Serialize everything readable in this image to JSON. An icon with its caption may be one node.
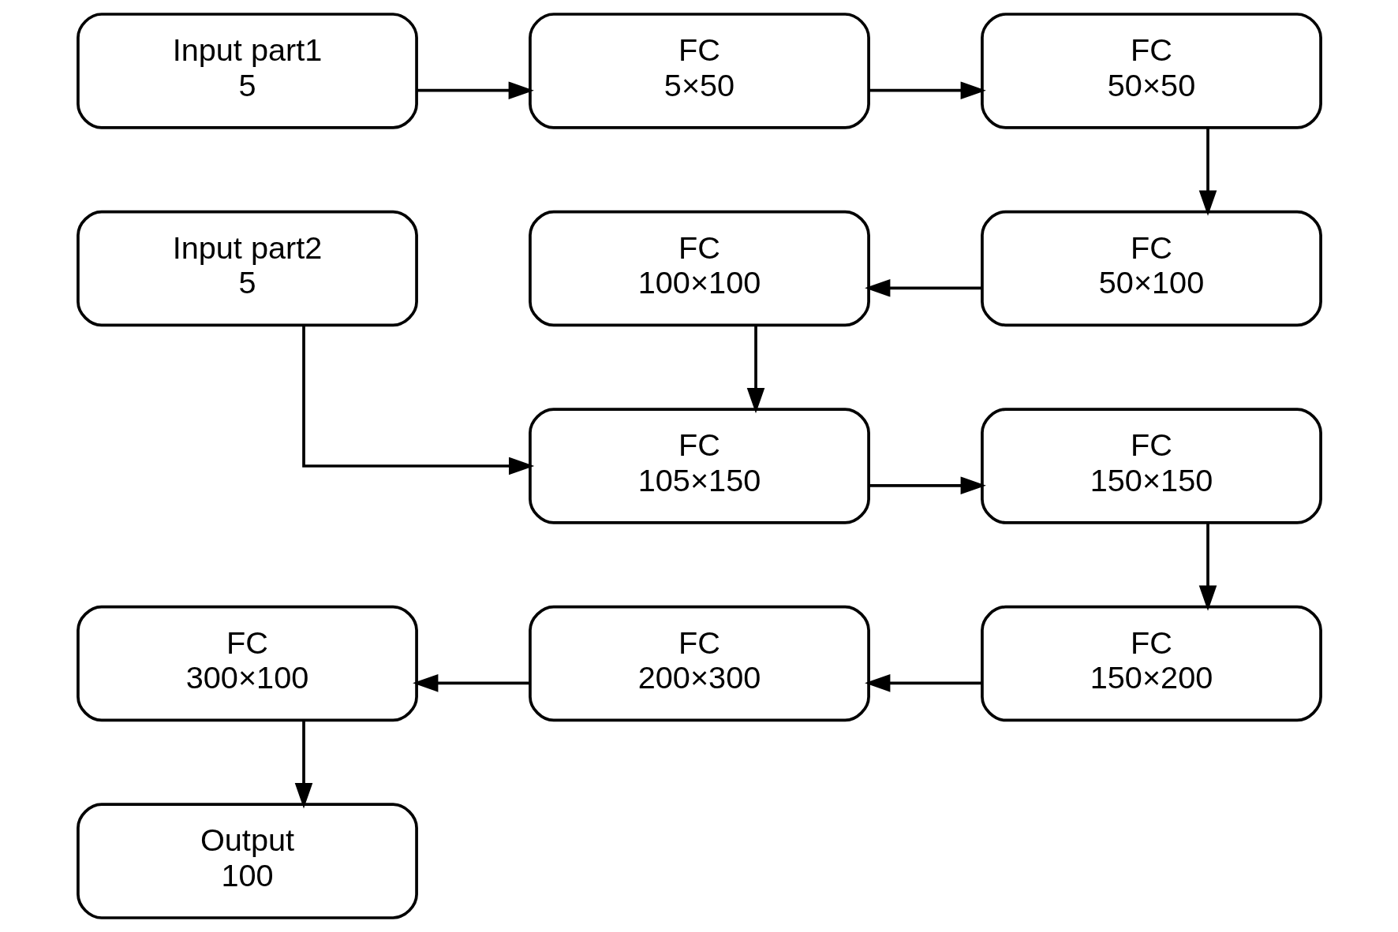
{
  "diagram": {
    "nodes": [
      {
        "text": [
          "Input part1",
          "5"
        ]
      },
      {
        "text": [
          "FC",
          "5×50"
        ]
      },
      {
        "text": [
          "FC",
          "50×50"
        ]
      },
      {
        "text": [
          "Input part2",
          "5"
        ]
      },
      {
        "text": [
          "FC",
          "100×100"
        ]
      },
      {
        "text": [
          "FC",
          "50×100"
        ]
      },
      {
        "text": [
          "FC",
          "105×150"
        ]
      },
      {
        "text": [
          "FC",
          "150×150"
        ]
      },
      {
        "text": [
          "FC",
          "300×100"
        ]
      },
      {
        "text": [
          "FC",
          "200×300"
        ]
      },
      {
        "text": [
          "FC",
          "150×200"
        ]
      },
      {
        "text": [
          "Output",
          "100"
        ]
      }
    ],
    "edges": [
      {
        "from": 0,
        "to": 1,
        "arrow": "to"
      },
      {
        "from": 1,
        "to": 2,
        "arrow": "to"
      },
      {
        "from": 2,
        "to": 5,
        "arrow": "to"
      },
      {
        "from": 5,
        "to": 4,
        "arrow": "to"
      },
      {
        "from": 4,
        "to": 6,
        "arrow": "to"
      },
      {
        "from": 3,
        "to": 6,
        "arrow": "to"
      },
      {
        "from": 6,
        "to": 7,
        "arrow": "to"
      },
      {
        "from": 7,
        "to": 10,
        "arrow": "to"
      },
      {
        "from": 10,
        "to": 9,
        "arrow": "to"
      },
      {
        "from": 9,
        "to": 8,
        "arrow": "to"
      },
      {
        "from": 8,
        "to": 11,
        "arrow": "to"
      }
    ]
  }
}
